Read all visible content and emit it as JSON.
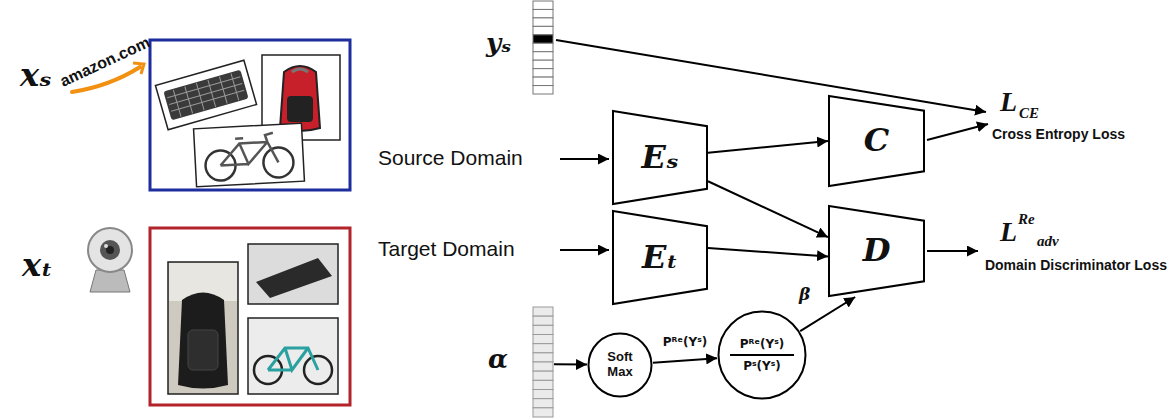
{
  "diagram": {
    "nodes": [
      {
        "text": [
          "yₛ"
        ]
      },
      {
        "text": [
          "Eₛ"
        ]
      },
      {
        "text": [
          "C"
        ]
      },
      {
        "text": [
          "Eₜ"
        ]
      },
      {
        "text": [
          "D"
        ]
      },
      {
        "text": [
          "α"
        ]
      },
      {
        "text": [
          "Soft Max"
        ]
      },
      {
        "text": [
          "Pᴿᵉ(Yˢ)",
          "Pˢ(Yˢ)"
        ]
      }
    ],
    "edges": [
      {
        "from": 1,
        "to": 2,
        "arrow": "to"
      },
      {
        "from": 1,
        "to": 4,
        "arrow": "to"
      },
      {
        "from": 3,
        "to": 4,
        "arrow": "to"
      },
      {
        "from": 5,
        "to": 6,
        "arrow": "to"
      },
      {
        "from": 6,
        "to": 7,
        "label": "Pᴿᵉ(Yˢ)",
        "arrow": "to"
      },
      {
        "from": 7,
        "to": 4,
        "label": "β",
        "arrow": "to"
      }
    ],
    "labels": [
      "xₛ",
      "amazon.com",
      "xₜ",
      "Source Domain",
      "Target Domain",
      "L",
      "CE",
      "Cross Entropy Loss",
      "L",
      "Re",
      "adv",
      "Domain Discriminator Loss"
    ]
  }
}
